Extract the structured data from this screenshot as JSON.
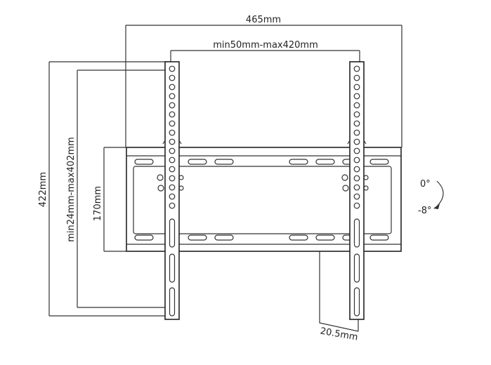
{
  "title": "TV wall mount dimensions",
  "dimensions": {
    "overall_width": "465mm",
    "vesa_horizontal": "min50mm-max420mm",
    "overall_height": "422mm",
    "vesa_vertical": "min24mm-max402mm",
    "plate_height": "170mm",
    "wall_distance": "20.5mm"
  },
  "tilt": {
    "upper": "0°",
    "lower": "-8°"
  },
  "colors": {
    "line": "#222222",
    "background": "#ffffff"
  }
}
